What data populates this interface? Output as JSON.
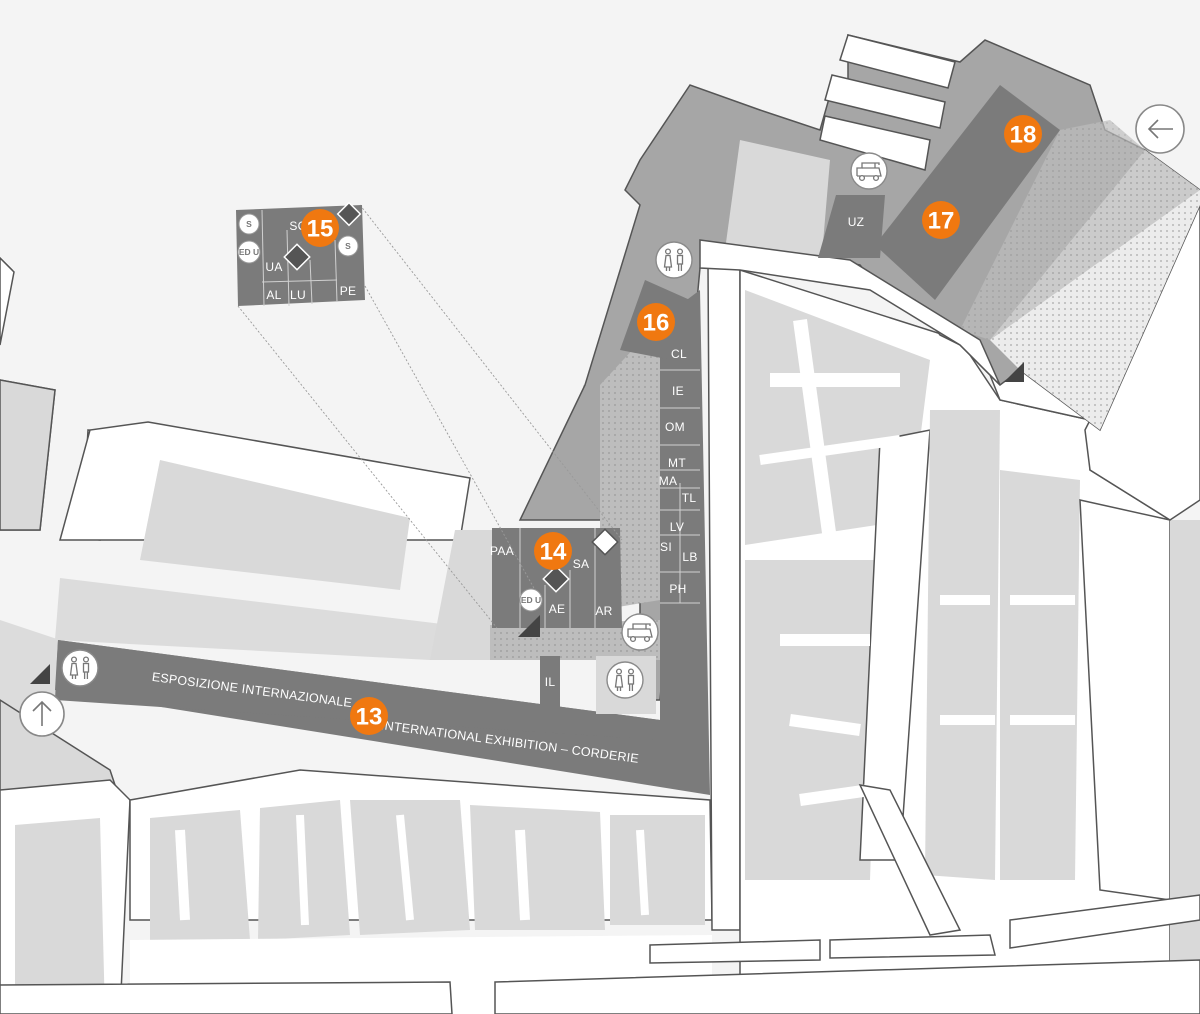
{
  "colors": {
    "background": "#f4f4f4",
    "block": "#d9d9d9",
    "campus": "#a6a6a6",
    "pavilion": "#7b7b7b",
    "accent": "#f07810"
  },
  "venues": [
    {
      "id": "venue-13",
      "number": "13"
    },
    {
      "id": "venue-14",
      "number": "14"
    },
    {
      "id": "venue-15",
      "number": "15"
    },
    {
      "id": "venue-16",
      "number": "16"
    },
    {
      "id": "venue-17",
      "number": "17"
    },
    {
      "id": "venue-18",
      "number": "18"
    }
  ],
  "corderie": {
    "name_it": "ESPOSIZIONE INTERNAZIONALE",
    "name_en": "INTERNATIONAL EXHIBITION – CORDERIE"
  },
  "labels": {
    "uz": "UZ",
    "cl": "CL",
    "ie": "IE",
    "om": "OM",
    "mt": "MT",
    "ma": "MA",
    "tl": "TL",
    "lv": "LV",
    "si": "SI",
    "lb": "LB",
    "ph": "PH",
    "il": "IL",
    "paa": "PAA",
    "sa": "SA",
    "ae": "AE",
    "ar": "AR",
    "sc": "SC",
    "ua": "UA",
    "al": "AL",
    "lu": "LU",
    "pe": "PE",
    "s": "S",
    "edu": "ED U"
  },
  "icons": {
    "restroom": "restroom-icon",
    "cart": "golf-cart-icon",
    "entrance": "entrance-arrow-icon",
    "info": "info-diamond-icon"
  }
}
